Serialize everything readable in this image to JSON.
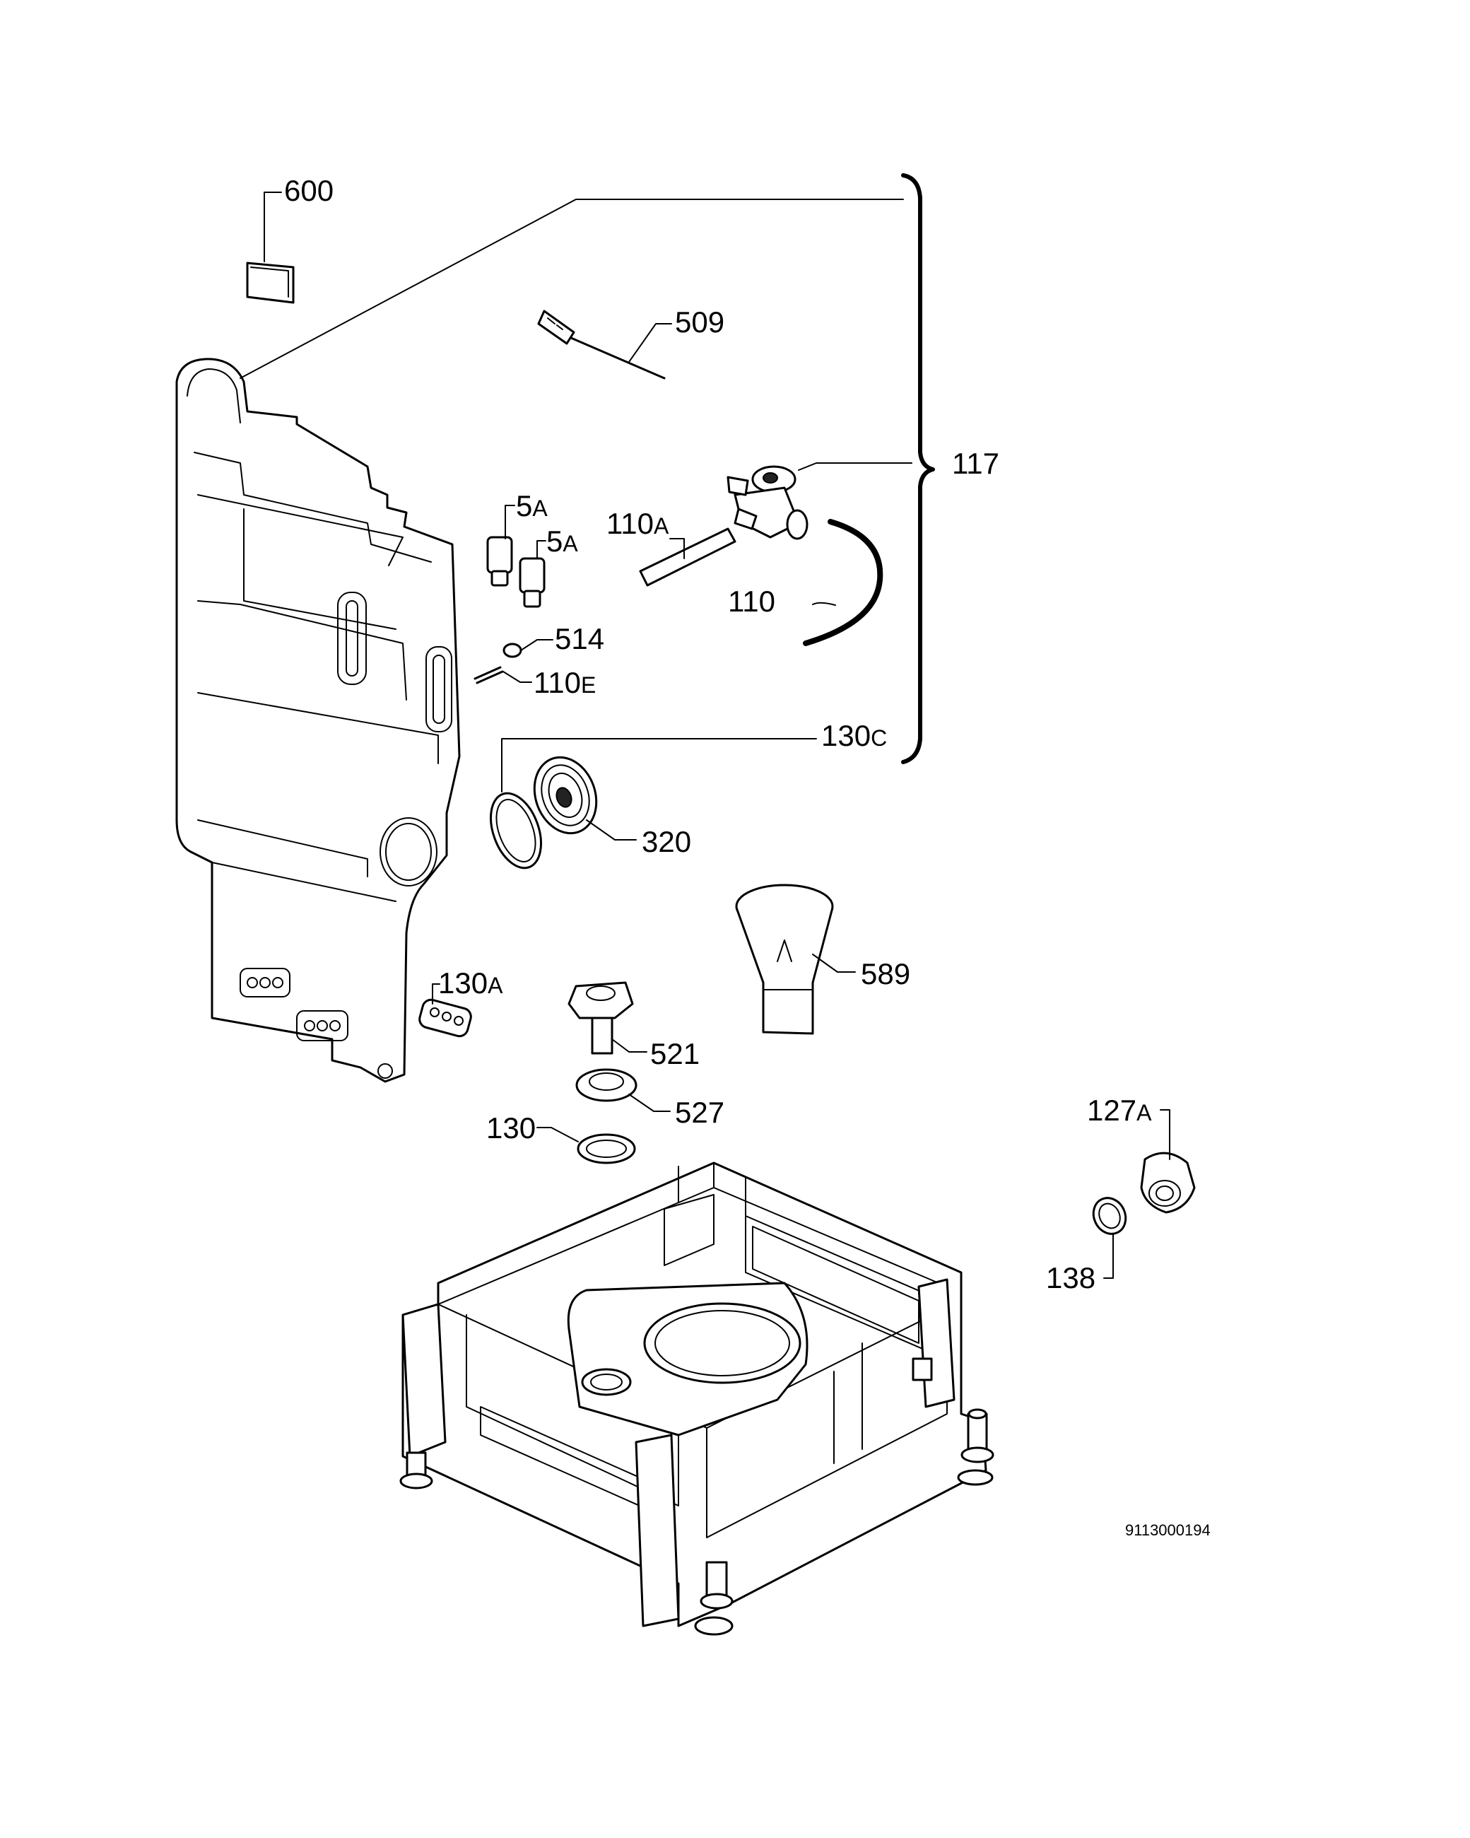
{
  "labels": {
    "l600": "600",
    "l509": "509",
    "l117": "117",
    "l5a_1_num": "5",
    "l5a_1_suf": "A",
    "l5a_2_num": "5",
    "l5a_2_suf": "A",
    "l110a_num": "110",
    "l110a_suf": "A",
    "l110": "110",
    "l514": "514",
    "l110e_num": "110",
    "l110e_suf": "E",
    "l130c_num": "130",
    "l130c_suf": "C",
    "l320": "320",
    "l589": "589",
    "l130a_num": "130",
    "l130a_suf": "A",
    "l521": "521",
    "l527": "527",
    "l130": "130",
    "l127a_num": "127",
    "l127a_suf": "A",
    "l138": "138"
  },
  "drawing_code": "9113000194"
}
